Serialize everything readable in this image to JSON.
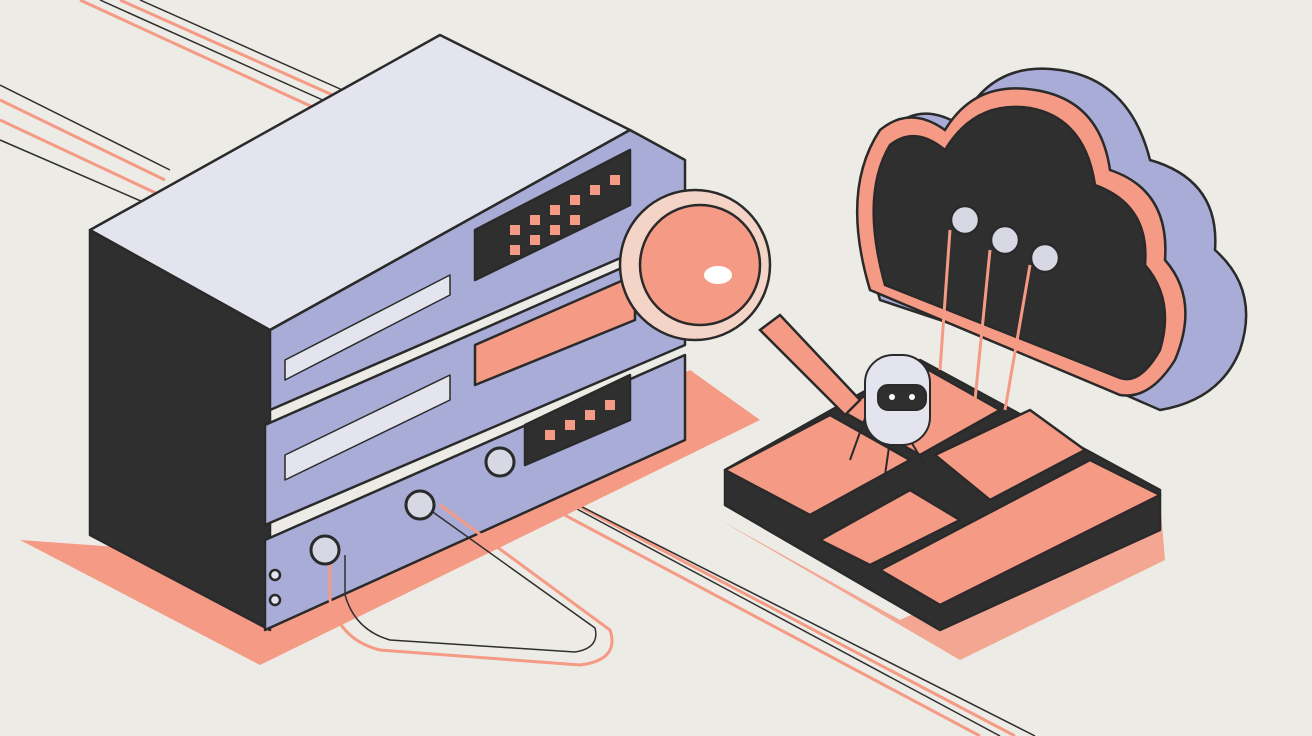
{
  "colors": {
    "background": "#ecebe5",
    "accent_salmon": "#f59a84",
    "dark": "#2f2f2f",
    "lavender": "#a9acd6",
    "lavender_light": "#e4e4ee",
    "outline": "#2a2a2a"
  },
  "scene": {
    "elements": [
      "server-rack",
      "network-cables",
      "magnifying-glass",
      "robot",
      "tile-platform",
      "cloud"
    ]
  }
}
